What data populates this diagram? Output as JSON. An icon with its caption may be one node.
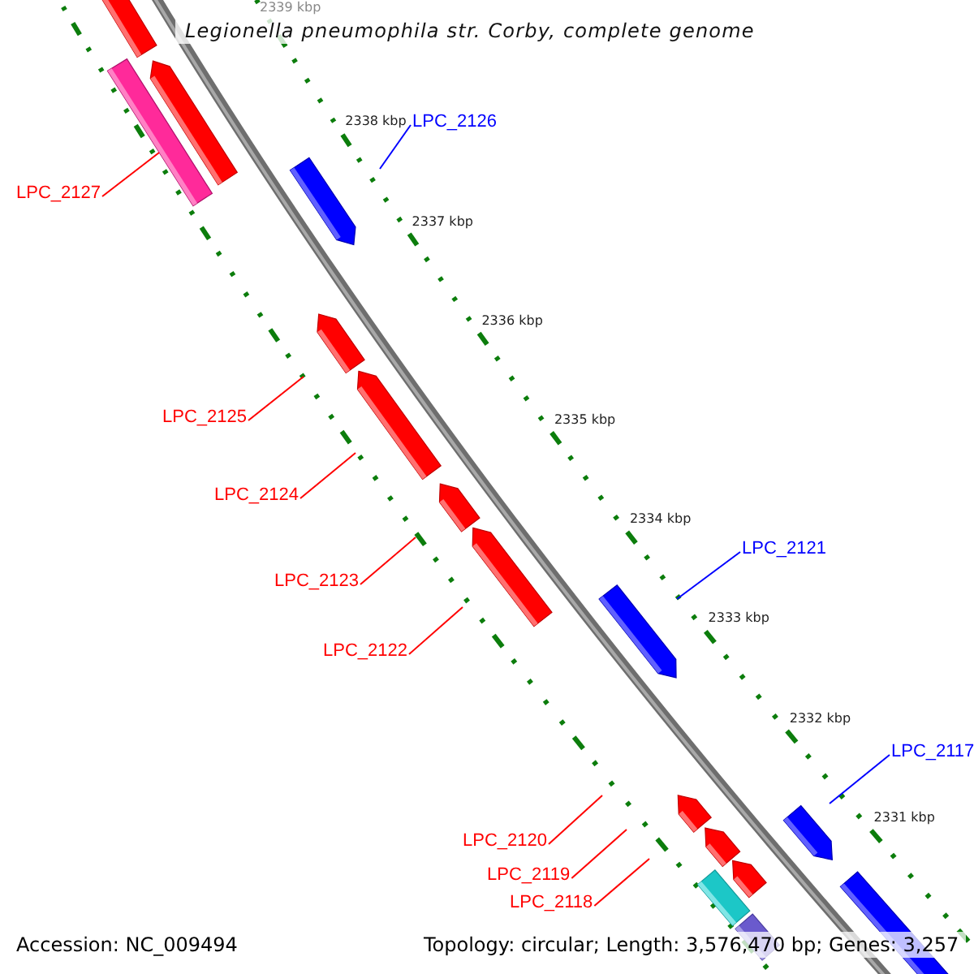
{
  "diagram": {
    "title": "Legionella pneumophila str. Corby, complete genome",
    "nodes": [
      {
        "text": [
          "LPC_2126"
        ]
      },
      {
        "text": [
          "LPC_2127"
        ]
      },
      {
        "text": [
          "LPC_2125"
        ]
      },
      {
        "text": [
          "LPC_2124"
        ]
      },
      {
        "text": [
          "LPC_2121"
        ]
      },
      {
        "text": [
          "LPC_2123"
        ]
      },
      {
        "text": [
          "LPC_2122"
        ]
      },
      {
        "text": [
          "LPC_2117"
        ]
      },
      {
        "text": [
          "LPC_2120"
        ]
      },
      {
        "text": [
          "LPC_2119"
        ]
      },
      {
        "text": [
          "LPC_2118"
        ]
      }
    ],
    "edges": [
      {
        "from": 0,
        "to": null,
        "arrow": "none",
        "color": "#0000ff"
      },
      {
        "from": 1,
        "to": null,
        "arrow": "none"
      },
      {
        "from": 2,
        "to": null,
        "arrow": "none"
      },
      {
        "from": 3,
        "to": null,
        "arrow": "none"
      },
      {
        "from": 4,
        "to": null,
        "arrow": "none",
        "color": "#0000ff"
      },
      {
        "from": 5,
        "to": null,
        "arrow": "none"
      },
      {
        "from": 6,
        "to": null,
        "arrow": "none"
      },
      {
        "from": 7,
        "to": null,
        "arrow": "none",
        "color": "#0000ff"
      },
      {
        "from": 8,
        "to": null,
        "arrow": "none"
      },
      {
        "from": 9,
        "to": null,
        "arrow": "none"
      },
      {
        "from": 10,
        "to": null,
        "arrow": "none"
      }
    ],
    "labels": [
      "2339 kbp",
      "2338 kbp",
      "2337 kbp",
      "2336 kbp",
      "2335 kbp",
      "2334 kbp",
      "2333 kbp",
      "2332 kbp",
      "2331 kbp",
      "Accession: NC_009494",
      "Topology: circular; Length: 3,576,470 bp; Genes: 3,257"
    ]
  }
}
